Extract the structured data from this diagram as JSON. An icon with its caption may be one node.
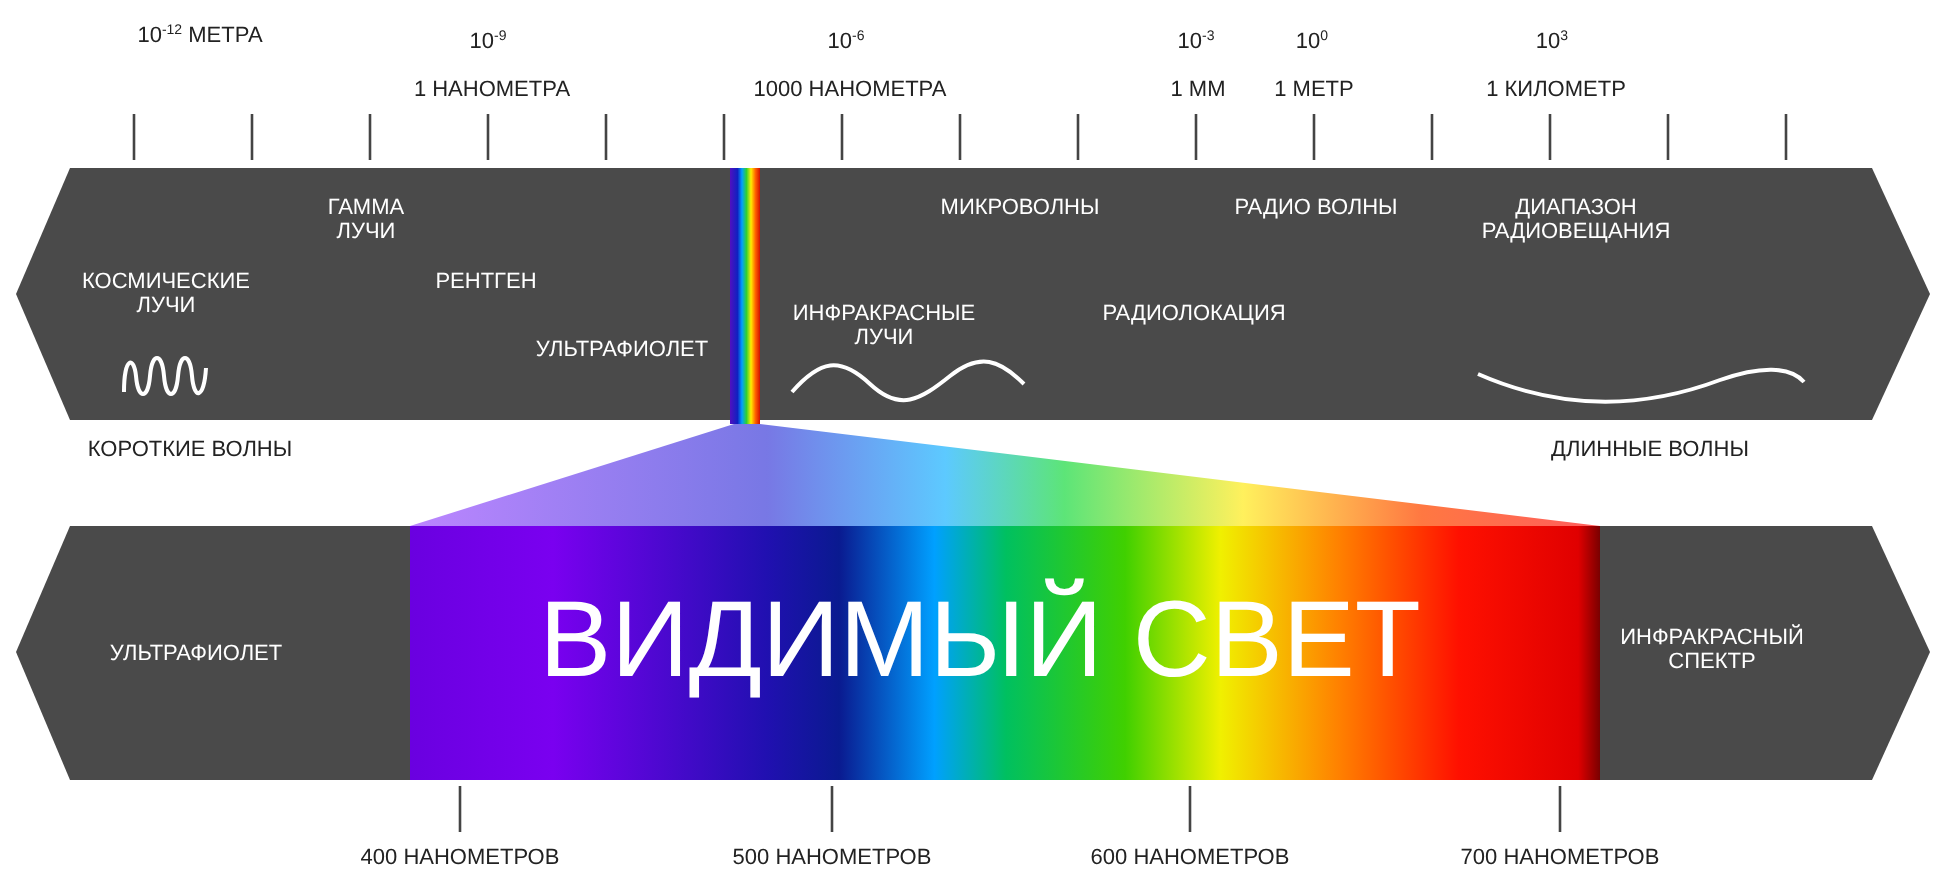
{
  "diagram": {
    "labels": [
      "10$^{-12}$ МЕТРА",
      "10$^{-9}$",
      "10$^{-6}$",
      "10$^{-3}$",
      "10$^{0}$",
      "10$^{3}$",
      "1 НАНОМЕТРА",
      "1000 НАНОМЕТРА",
      "1 ММ",
      "1 МЕТР",
      "1 КИЛОМЕТР",
      "ГАММА ЛУЧИ",
      "МИКРОВОЛНЫ",
      "РАДИО ВОЛНЫ",
      "ДИАПАЗОН РАДИОВЕЩАНИЯ",
      "КОСМИЧЕСКИЕ ЛУЧИ",
      "РЕНТГЕН",
      "ИНФРАКРАСНЫЕ ЛУЧИ",
      "РАДИОЛОКАЦИЯ",
      "УЛЬТРАФИОЛЕТ",
      "КОРОТКИЕ ВОЛНЫ",
      "ДЛИННЫЕ ВОЛНЫ",
      "УЛЬТРАФИОЛЕТ",
      "ВИДИМЫЙ СВЕТ",
      "ИНФРАКРАСНЫЙ СПЕКТР",
      "400 НАНОМЕТРОВ",
      "500 НАНОМЕТРОВ",
      "600 НАНОМЕТРОВ",
      "700 НАНОМЕТРОВ"
    ]
  }
}
